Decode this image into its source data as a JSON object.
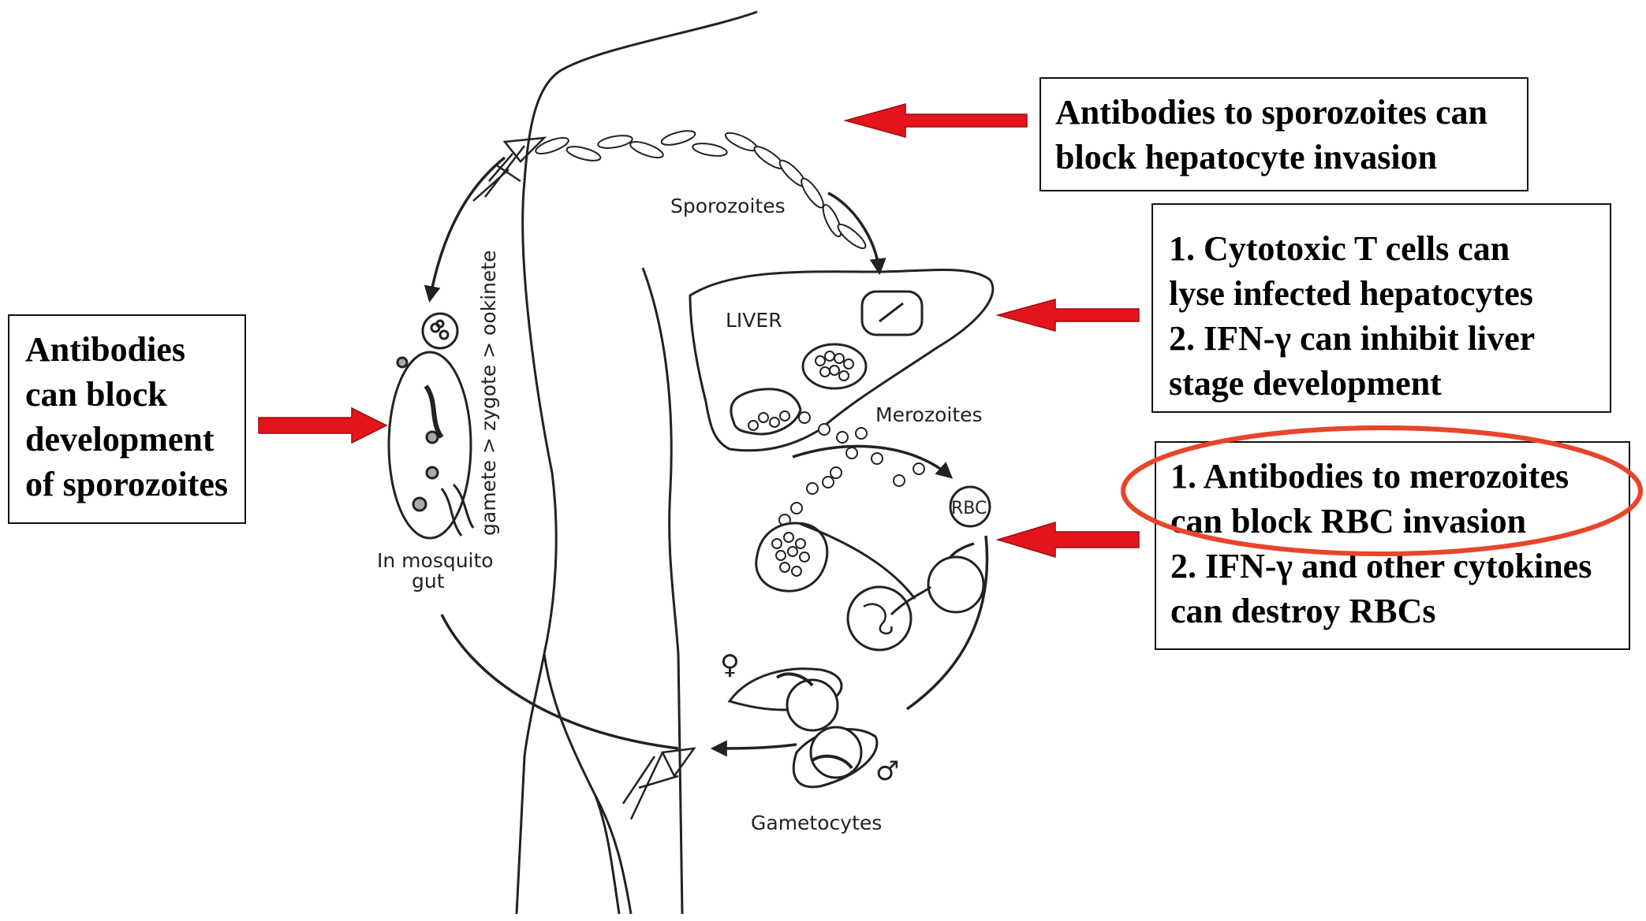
{
  "diagram_labels": {
    "sporozoites": "Sporozoites",
    "liver": "LIVER",
    "merozoites": "Merozoites",
    "rbc": "RBC",
    "mosquito_stages": "gamete > zygote > ookinete",
    "mosquito_gut_line1": "In mosquito",
    "mosquito_gut_line2": "gut",
    "gametocytes": "Gametocytes",
    "female_symbol": "♀",
    "male_symbol": "♂"
  },
  "callouts": {
    "sporozoites": {
      "line1": "Antibodies to sporozoites can",
      "line2": "block hepatocyte invasion"
    },
    "liver": {
      "line1": "1. Cytotoxic T cells can",
      "line2": "lyse infected hepatocytes",
      "line3": "2. IFN-γ can inhibit liver",
      "line4": "stage development"
    },
    "mosquito": {
      "line1": "Antibodies",
      "line2": "can block",
      "line3": "development",
      "line4": "of sporozoites"
    },
    "merozoites": {
      "line1": "1. Antibodies to merozoites",
      "line2": "can block RBC invasion",
      "line3": "2. IFN-γ and other cytokines",
      "line4": "can destroy RBCs"
    }
  },
  "colors": {
    "arrow": "#e3141b",
    "highlight_ellipse": "#e8452a",
    "line": "#222222"
  }
}
